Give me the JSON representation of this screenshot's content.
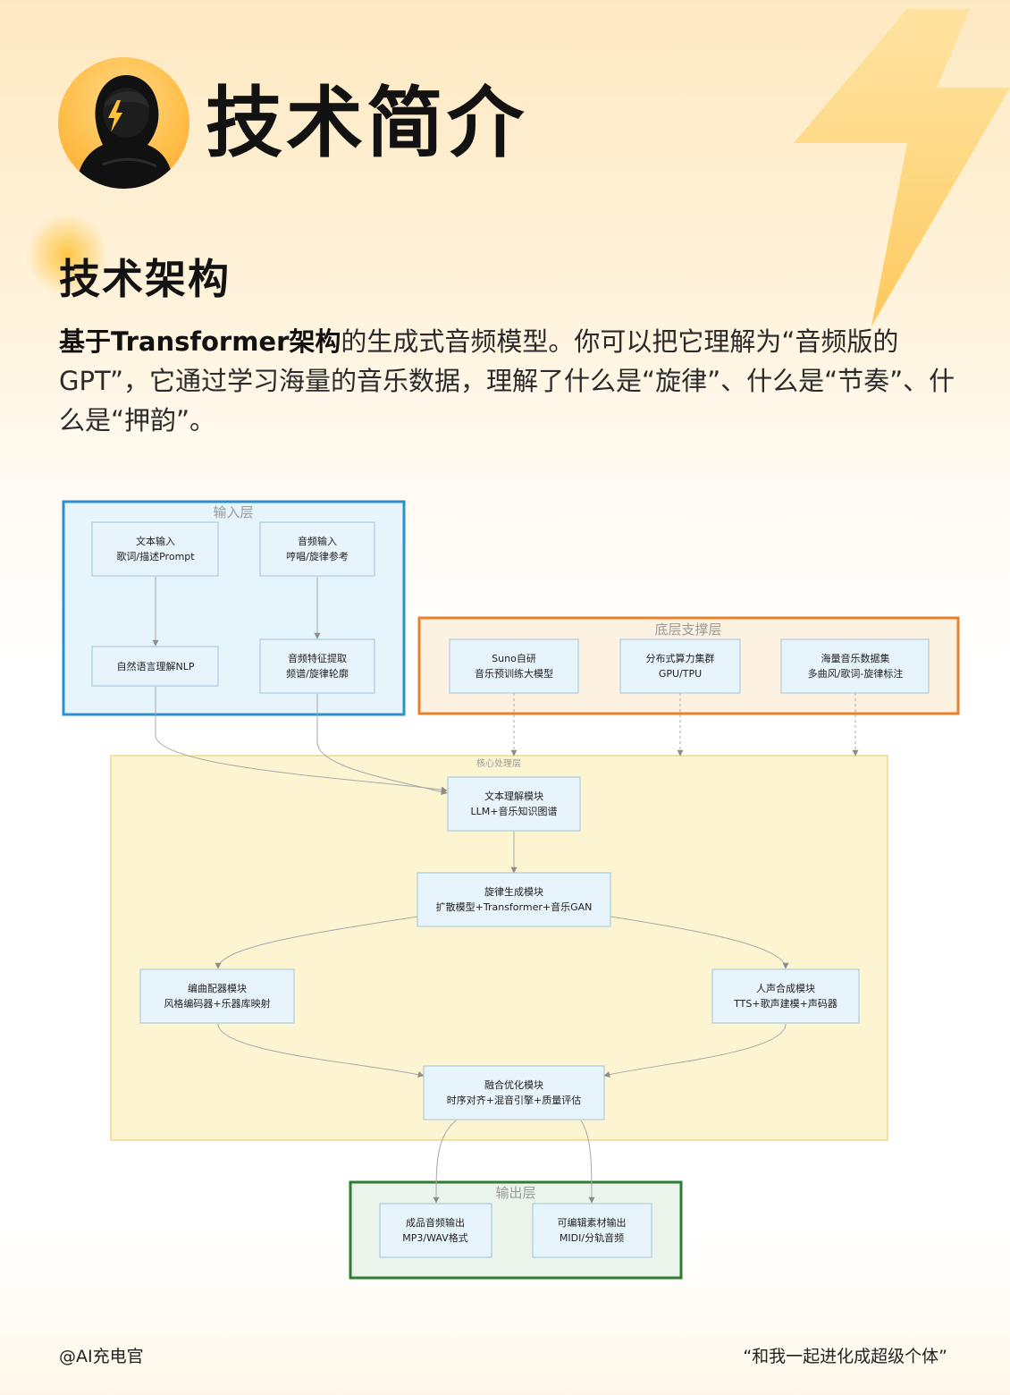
{
  "header": {
    "title": "技术简介",
    "section_title": "技术架构",
    "intro_bold": "基于Transformer架构",
    "intro_rest": "的生成式音频模型。你可以把它理解为“音频版的GPT”，它通过学习海量的音乐数据，理解了什么是“旋律”、什么是“节奏”、什么是“押韵”。"
  },
  "diagram": {
    "layers": {
      "input": "输入层",
      "support": "底层支撑层",
      "core": "核心处理层",
      "output": "输出层"
    },
    "nodes": {
      "text_input": [
        "文本输入",
        "歌词/描述Prompt"
      ],
      "audio_input": [
        "音频输入",
        "哼唱/旋律参考"
      ],
      "nlp": [
        "自然语言理解NLP"
      ],
      "audio_feat": [
        "音频特征提取",
        "频谱/旋律轮廓"
      ],
      "suno_model": [
        "Suno自研",
        "音乐预训练大模型"
      ],
      "compute": [
        "分布式算力集群",
        "GPU/TPU"
      ],
      "dataset": [
        "海量音乐数据集",
        "多曲风/歌词-旋律标注"
      ],
      "text_module": [
        "文本理解模块",
        "LLM+音乐知识图谱"
      ],
      "melody_module": [
        "旋律生成模块",
        "扩散模型+Transformer+音乐GAN"
      ],
      "arrange_module": [
        "编曲配器模块",
        "风格编码器+乐器库映射"
      ],
      "vocal_module": [
        "人声合成模块",
        "TTS+歌声建模+声码器"
      ],
      "fusion_module": [
        "融合优化模块",
        "时序对齐+混音引擎+质量评估"
      ],
      "audio_output": [
        "成品音频输出",
        "MP3/WAV格式"
      ],
      "material_output": [
        "可编辑素材输出",
        "MIDI/分轨音频"
      ]
    },
    "colors": {
      "input_border": "#2b8fd0",
      "input_fill": "#e6f4fc",
      "support_border": "#e8812a",
      "support_fill": "#fdf1e2",
      "core_border": "#f0d78c",
      "core_fill": "#fdf5d2",
      "output_border": "#2e7d32",
      "output_fill": "#eaf4ea",
      "node_fill": "#e8f4fb",
      "node_border": "#9ec4d8"
    }
  },
  "footer": {
    "left": "@AI充电官",
    "right": "“和我一起进化成超级个体”"
  }
}
